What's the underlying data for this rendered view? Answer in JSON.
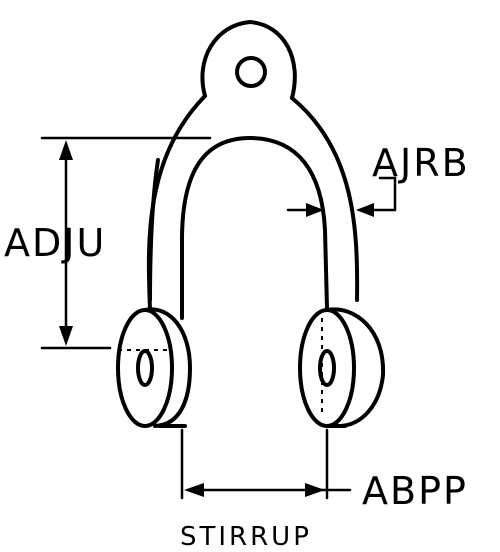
{
  "labels": {
    "adju": "ADJU",
    "ajrb": "AJRB",
    "abpp": "ABPP",
    "caption": "STIRRUP"
  }
}
